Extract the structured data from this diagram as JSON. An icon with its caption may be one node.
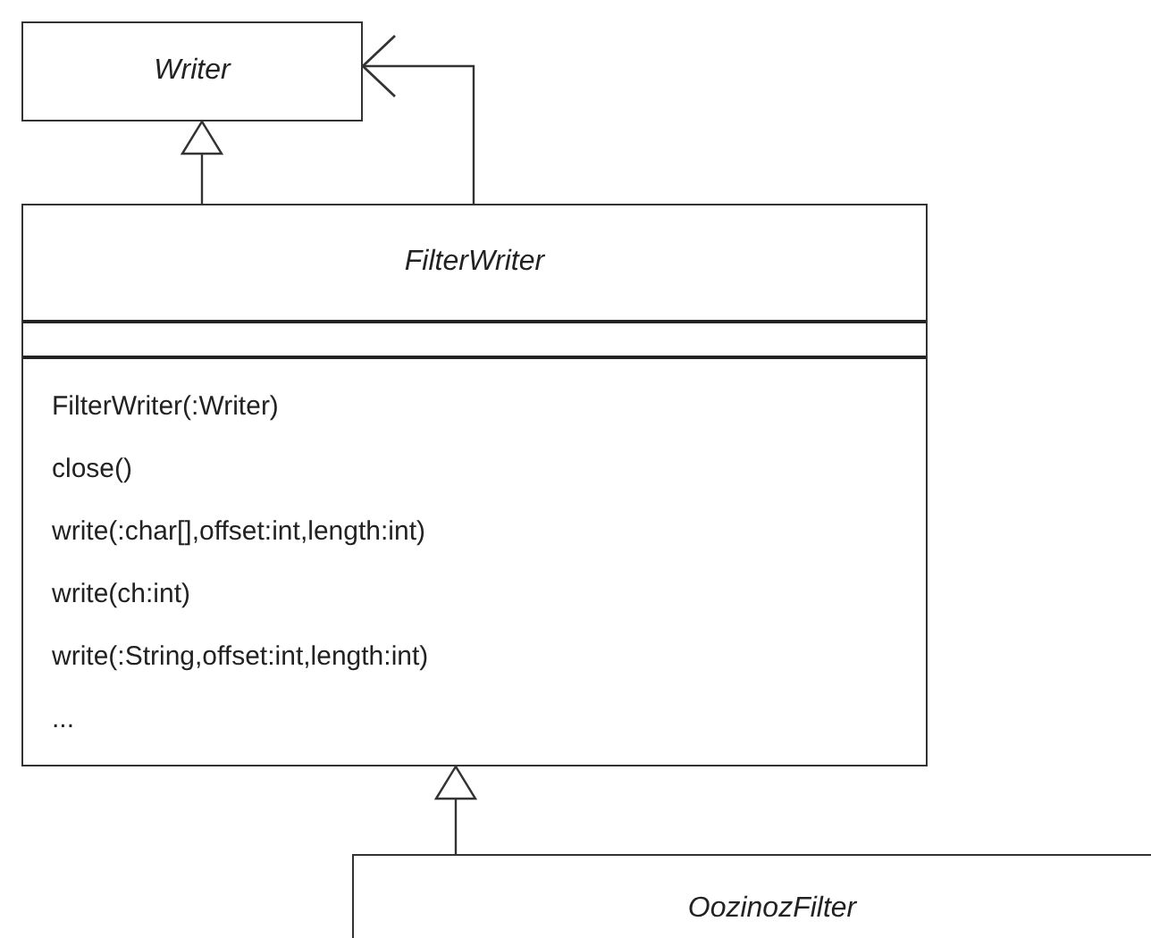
{
  "diagram": {
    "nodes": [
      {
        "text": [
          "Writer"
        ]
      },
      {
        "text": [
          "FilterWriter",
          "FilterWriter(:Writer)",
          "close()",
          "write(:char[],offset:int,length:int)",
          "write(ch:int)",
          "write(:String,offset:int,length:int)",
          "..."
        ]
      },
      {
        "text": [
          "OozinozFilter"
        ]
      }
    ],
    "edges": [
      {
        "from": 1,
        "to": 0,
        "arrow": "to"
      },
      {
        "from": 1,
        "to": 0,
        "arrow": "to"
      },
      {
        "from": 2,
        "to": 1,
        "arrow": "to"
      }
    ]
  }
}
